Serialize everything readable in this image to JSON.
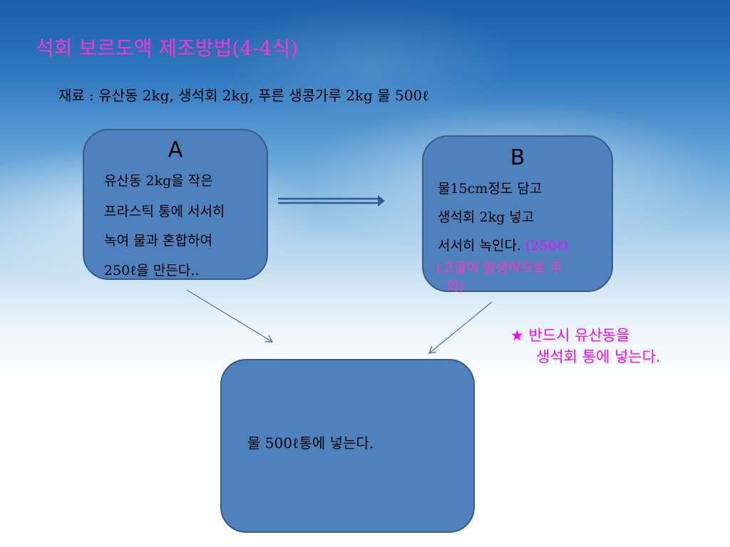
{
  "title": {
    "main": "석회 보르도액 제조방법",
    "suffix": "(4-4식)"
  },
  "materials": "재료 : 유산동 2kg, 생석회 2kg, 푸른 생콩가루 2kg 물 500ℓ",
  "box_a": {
    "label": "A",
    "lines": [
      "유산동  2kg을 작은",
      "프라스틱 통에 서서히",
      "녹여  물과 혼합하여",
      "250ℓ을 만든다.."
    ]
  },
  "box_b": {
    "label": "B",
    "lines": [
      "물15cm정도 담고",
      "생석회 2kg 넣고",
      "서서히 녹인다."
    ],
    "amount": "(250ℓ)",
    "caution_line1": "(고열이 발생하므로  주",
    "caution_line2": "의)"
  },
  "box_c": {
    "text": "물 500ℓ통에  넣는다."
  },
  "note": {
    "star": "★",
    "line1": "반드시 유산동을",
    "line2": "생석회 통에 넣는다."
  },
  "colors": {
    "title": "#ff33cc",
    "box_fill": "#4f81bd",
    "box_border": "#385d8a",
    "note": "#ff00ff",
    "arrow": "#4a74b0"
  }
}
